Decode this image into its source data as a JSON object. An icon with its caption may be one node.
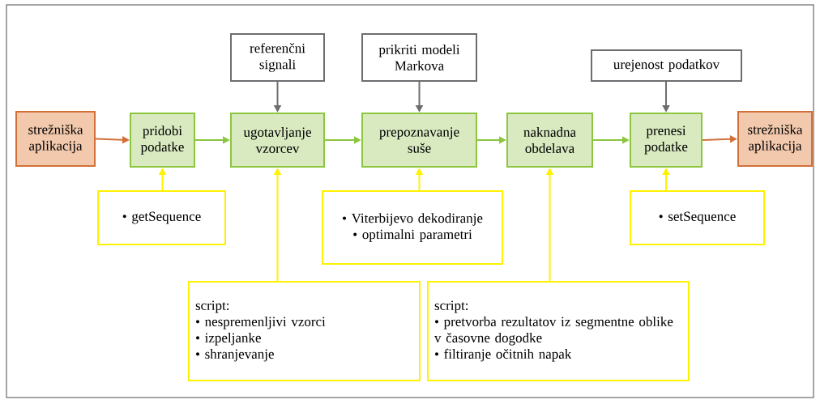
{
  "diagram": {
    "nodes": [
      {
        "text": [
          "strežniška aplikacija"
        ]
      },
      {
        "text": [
          "pridobi podatke"
        ]
      },
      {
        "text": [
          "ugotavljanje vzorcev"
        ]
      },
      {
        "text": [
          "prepoznavanje suše"
        ]
      },
      {
        "text": [
          "naknadna obdelava"
        ]
      },
      {
        "text": [
          "prenesi podatke"
        ]
      },
      {
        "text": [
          "strežniška aplikacija"
        ]
      },
      {
        "text": [
          "referenčni signali"
        ]
      },
      {
        "text": [
          "prikriti modeli Markova"
        ]
      },
      {
        "text": [
          "urejenost podatkov"
        ]
      },
      {
        "text": [
          "• getSequence"
        ]
      },
      {
        "text": [
          "• Viterbijevo dekodiranje",
          "• optimalni parametri"
        ]
      },
      {
        "text": [
          "• setSequence"
        ]
      },
      {
        "text": [
          "script:",
          "• nespremenljivi vzorci",
          "• izpeljanke",
          "• shranjevanje"
        ]
      },
      {
        "text": [
          "script:",
          "• pretvorba rezultatov iz segmentne oblike v časovne dogodke",
          "• filtiranje očitnih napak"
        ]
      }
    ],
    "edges": [
      {
        "from": 0,
        "to": 1,
        "arrow": "to",
        "color": "#d2703a"
      },
      {
        "from": 1,
        "to": 2,
        "arrow": "to",
        "color": "#8cc63f"
      },
      {
        "from": 2,
        "to": 3,
        "arrow": "to",
        "color": "#8cc63f"
      },
      {
        "from": 3,
        "to": 4,
        "arrow": "to",
        "color": "#8cc63f"
      },
      {
        "from": 4,
        "to": 5,
        "arrow": "to",
        "color": "#8cc63f"
      },
      {
        "from": 5,
        "to": 6,
        "arrow": "to",
        "color": "#d2703a"
      },
      {
        "from": 7,
        "to": 2,
        "arrow": "to",
        "color": "#6d6e71"
      },
      {
        "from": 8,
        "to": 3,
        "arrow": "to",
        "color": "#6d6e71"
      },
      {
        "from": 9,
        "to": 5,
        "arrow": "to",
        "color": "#6d6e71"
      },
      {
        "from": 10,
        "to": 1,
        "arrow": "to"
      },
      {
        "from": 11,
        "to": 3,
        "arrow": "to"
      },
      {
        "from": 12,
        "to": 5,
        "arrow": "to"
      },
      {
        "from": 13,
        "to": 2,
        "arrow": "to"
      },
      {
        "from": 14,
        "to": 4,
        "arrow": "to"
      }
    ]
  }
}
